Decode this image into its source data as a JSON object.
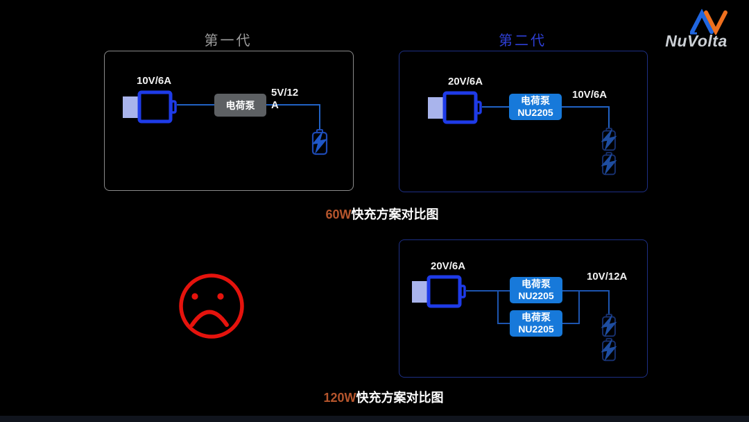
{
  "brand": {
    "name": "NuVolta"
  },
  "panels": {
    "gen1": {
      "title": "第一代",
      "input_label": "10V/6A",
      "pump_label": "电荷泵",
      "output_label": "5V/12\nA"
    },
    "gen2_60w": {
      "title": "第二代",
      "input_label": "20V/6A",
      "pump_label": "电荷泵",
      "pump_part": "NU2205",
      "output_label": "10V/6A"
    },
    "gen2_120w": {
      "input_label": "20V/6A",
      "pump_label": "电荷泵",
      "pump_part": "NU2205",
      "output_label": "10V/12A"
    }
  },
  "captions": {
    "cap60": {
      "highlight": "60W",
      "rest": "快充方案对比图"
    },
    "cap120": {
      "highlight": "120W",
      "rest": "快充方案对比图"
    }
  },
  "icons": {
    "connector": "usb-connector-icon",
    "battery": "battery-charging-icon",
    "sad_face": "sad-face-icon",
    "logo_mark": "nuvolta-logo-icon"
  },
  "colors": {
    "background": "#000000",
    "gen1_accent": "#8b8b8b",
    "gen2_accent": "#2e3fd6",
    "wire_blue": "#2162c4",
    "connector_blue": "#1e3be8",
    "connector_plug": "#a9b4ec",
    "pump_gray": "#5d6063",
    "pump_blue": "#1779da",
    "caption_highlight": "#b5552c",
    "sad_face_red": "#e5130d",
    "logo_blue": "#2066e0",
    "logo_orange": "#f0701e"
  }
}
